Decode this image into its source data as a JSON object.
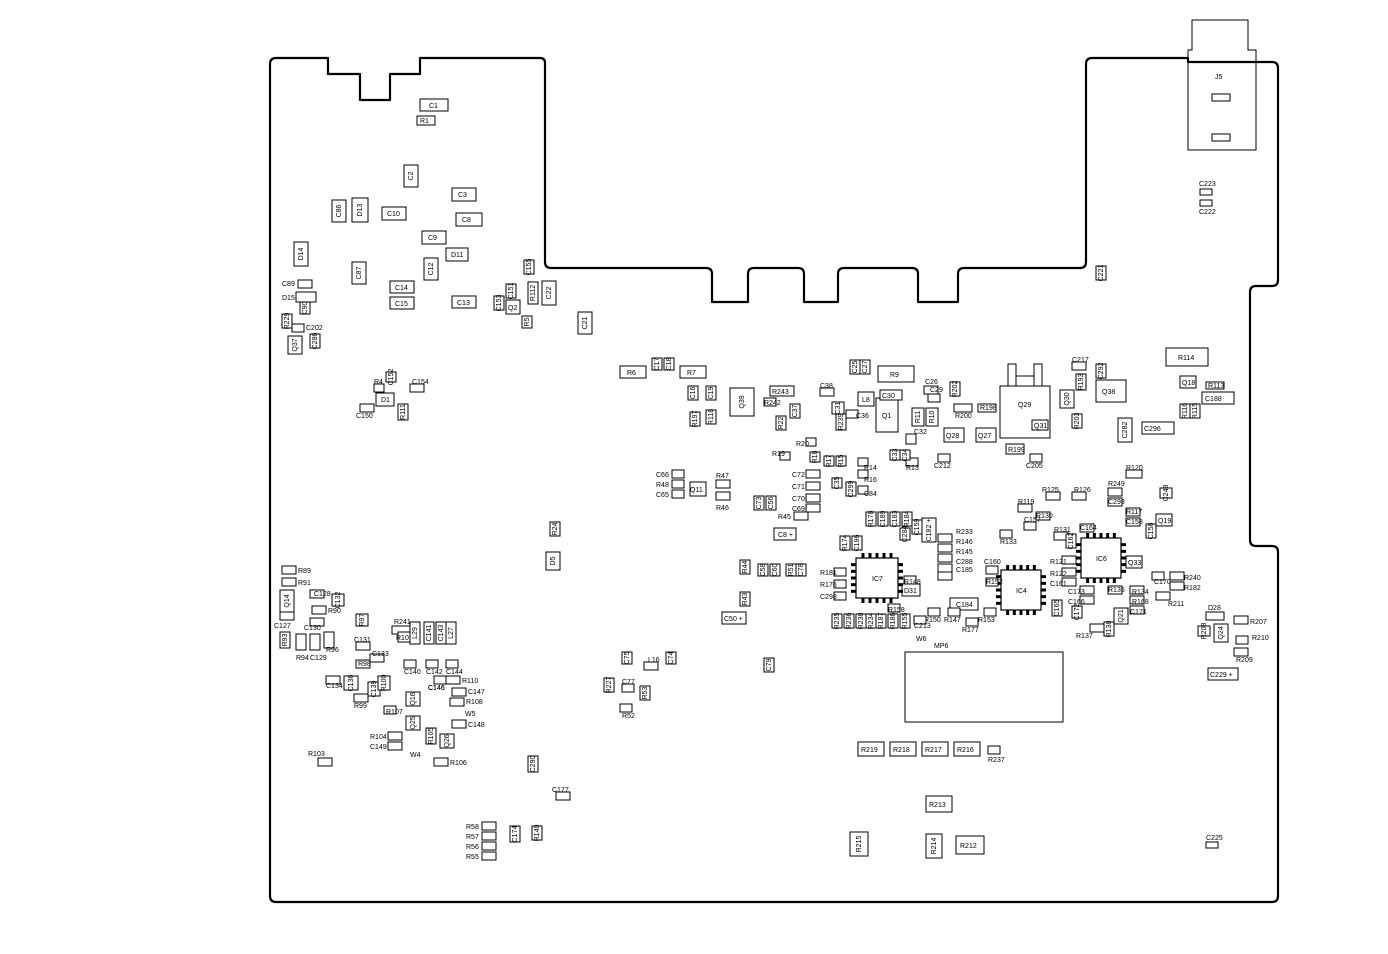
{
  "board": {
    "labels": {
      "j5": "J5",
      "mp6": "MP6",
      "ic7": "IC7",
      "ic4": "IC4",
      "ic6": "IC6",
      "q29": "Q29",
      "q38": "Q38",
      "q1": "Q1",
      "d31": "D31",
      "l8": "L8",
      "w4": "W4",
      "w5": "W5",
      "w6": "W6"
    },
    "components": [
      {
        "ref": "C1"
      },
      {
        "ref": "R1"
      },
      {
        "ref": "C2"
      },
      {
        "ref": "C3"
      },
      {
        "ref": "C8"
      },
      {
        "ref": "C9"
      },
      {
        "ref": "C10"
      },
      {
        "ref": "C12"
      },
      {
        "ref": "C13"
      },
      {
        "ref": "C14"
      },
      {
        "ref": "C15"
      },
      {
        "ref": "C21"
      },
      {
        "ref": "C22"
      },
      {
        "ref": "C86"
      },
      {
        "ref": "C87"
      },
      {
        "ref": "D11"
      },
      {
        "ref": "D13"
      },
      {
        "ref": "D14"
      },
      {
        "ref": "D15"
      },
      {
        "ref": "D1"
      },
      {
        "ref": "R6"
      },
      {
        "ref": "R7"
      },
      {
        "ref": "R9"
      },
      {
        "ref": "R114"
      },
      {
        "ref": "R113"
      },
      {
        "ref": "C188"
      },
      {
        "ref": "C223"
      },
      {
        "ref": "C222"
      },
      {
        "ref": "C221"
      },
      {
        "ref": "C296"
      },
      {
        "ref": "C282"
      },
      {
        "ref": "R243"
      },
      {
        "ref": "R242"
      },
      {
        "ref": "C30"
      },
      {
        "ref": "C26"
      },
      {
        "ref": "R11"
      },
      {
        "ref": "R10"
      },
      {
        "ref": "R200"
      },
      {
        "ref": "R198"
      },
      {
        "ref": "Q28"
      },
      {
        "ref": "Q27"
      },
      {
        "ref": "R199"
      },
      {
        "ref": "C205"
      },
      {
        "ref": "C212"
      },
      {
        "ref": "R13"
      },
      {
        "ref": "R14"
      },
      {
        "ref": "R15"
      },
      {
        "ref": "R16"
      },
      {
        "ref": "R17"
      },
      {
        "ref": "R18"
      },
      {
        "ref": "R19"
      },
      {
        "ref": "R20"
      },
      {
        "ref": "C84"
      },
      {
        "ref": "C35"
      },
      {
        "ref": "C299"
      },
      {
        "ref": "C72"
      },
      {
        "ref": "C71"
      },
      {
        "ref": "C70"
      },
      {
        "ref": "C69"
      },
      {
        "ref": "R45"
      },
      {
        "ref": "R47"
      },
      {
        "ref": "R46"
      },
      {
        "ref": "R48"
      },
      {
        "ref": "C66"
      },
      {
        "ref": "C65"
      },
      {
        "ref": "Q11"
      },
      {
        "ref": "C8 +"
      },
      {
        "ref": "C73"
      },
      {
        "ref": "C56"
      },
      {
        "ref": "R24"
      },
      {
        "ref": "D5"
      },
      {
        "ref": "R44"
      },
      {
        "ref": "C58"
      },
      {
        "ref": "C60"
      },
      {
        "ref": "R51"
      },
      {
        "ref": "C78"
      },
      {
        "ref": "R43"
      },
      {
        "ref": "C146"
      },
      {
        "ref": "C50 +"
      },
      {
        "ref": "R174"
      },
      {
        "ref": "C196"
      },
      {
        "ref": "R178"
      },
      {
        "ref": "C189"
      },
      {
        "ref": "C183"
      },
      {
        "ref": "R184"
      },
      {
        "ref": "C284"
      },
      {
        "ref": "C159"
      },
      {
        "ref": "C182 +"
      },
      {
        "ref": "R233"
      },
      {
        "ref": "R146"
      },
      {
        "ref": "R145"
      },
      {
        "ref": "C288"
      },
      {
        "ref": "C185"
      },
      {
        "ref": "C160"
      },
      {
        "ref": "R152"
      },
      {
        "ref": "C184"
      },
      {
        "ref": "R153"
      },
      {
        "ref": "R147"
      },
      {
        "ref": "R150"
      },
      {
        "ref": "C213"
      },
      {
        "ref": "R177"
      },
      {
        "ref": "R148"
      },
      {
        "ref": "R181"
      },
      {
        "ref": "R176"
      },
      {
        "ref": "C298"
      },
      {
        "ref": "R158"
      },
      {
        "ref": "R133"
      },
      {
        "ref": "R119"
      },
      {
        "ref": "R130"
      },
      {
        "ref": "R125"
      },
      {
        "ref": "R126"
      },
      {
        "ref": "R120"
      },
      {
        "ref": "R249"
      },
      {
        "ref": "C293"
      },
      {
        "ref": "R117"
      },
      {
        "ref": "C158"
      },
      {
        "ref": "C157"
      },
      {
        "ref": "C164"
      },
      {
        "ref": "R131"
      },
      {
        "ref": "R121"
      },
      {
        "ref": "R122"
      },
      {
        "ref": "C161"
      },
      {
        "ref": "C173"
      },
      {
        "ref": "C166"
      },
      {
        "ref": "C172"
      },
      {
        "ref": "R135"
      },
      {
        "ref": "R134"
      },
      {
        "ref": "R168"
      },
      {
        "ref": "C171"
      },
      {
        "ref": "C170"
      },
      {
        "ref": "R240"
      },
      {
        "ref": "R182"
      },
      {
        "ref": "R211"
      },
      {
        "ref": "R137"
      },
      {
        "ref": "R138"
      },
      {
        "ref": "C248"
      },
      {
        "ref": "Q19"
      },
      {
        "ref": "Q18"
      },
      {
        "ref": "R207"
      },
      {
        "ref": "R208"
      },
      {
        "ref": "Q24"
      },
      {
        "ref": "C290"
      },
      {
        "ref": "R209"
      },
      {
        "ref": "R210"
      },
      {
        "ref": "C229 +"
      },
      {
        "ref": "D28"
      },
      {
        "ref": "R89"
      },
      {
        "ref": "R91"
      },
      {
        "ref": "Q14"
      },
      {
        "ref": "C128"
      },
      {
        "ref": "R90"
      },
      {
        "ref": "C127"
      },
      {
        "ref": "C130"
      },
      {
        "ref": "C132"
      },
      {
        "ref": "R97"
      },
      {
        "ref": "R241"
      },
      {
        "ref": "C131"
      },
      {
        "ref": "C133"
      },
      {
        "ref": "R101"
      },
      {
        "ref": "L29"
      },
      {
        "ref": "C141"
      },
      {
        "ref": "C143"
      },
      {
        "ref": "L27"
      },
      {
        "ref": "R93"
      },
      {
        "ref": "R94"
      },
      {
        "ref": "C129"
      },
      {
        "ref": "R96"
      },
      {
        "ref": "R98"
      },
      {
        "ref": "C136"
      },
      {
        "ref": "C134"
      },
      {
        "ref": "R99"
      },
      {
        "ref": "C139"
      },
      {
        "ref": "R100"
      },
      {
        "ref": "C140"
      },
      {
        "ref": "C142"
      },
      {
        "ref": "C144"
      },
      {
        "ref": "C146"
      },
      {
        "ref": "R110"
      },
      {
        "ref": "C147"
      },
      {
        "ref": "R108"
      },
      {
        "ref": "R107"
      },
      {
        "ref": "Q16"
      },
      {
        "ref": "Q25"
      },
      {
        "ref": "Q26"
      },
      {
        "ref": "R105"
      },
      {
        "ref": "R104"
      },
      {
        "ref": "C149"
      },
      {
        "ref": "R103"
      },
      {
        "ref": "R106"
      },
      {
        "ref": "C148"
      },
      {
        "ref": "C75"
      },
      {
        "ref": "L16"
      },
      {
        "ref": "C74"
      },
      {
        "ref": "C77"
      },
      {
        "ref": "R227"
      },
      {
        "ref": "R53"
      },
      {
        "ref": "R52"
      },
      {
        "ref": "C79"
      },
      {
        "ref": "C290"
      },
      {
        "ref": "C177"
      },
      {
        "ref": "R58"
      },
      {
        "ref": "R57"
      },
      {
        "ref": "R56"
      },
      {
        "ref": "R55"
      },
      {
        "ref": "C174"
      },
      {
        "ref": "R140"
      },
      {
        "ref": "R219"
      },
      {
        "ref": "R218"
      },
      {
        "ref": "R217"
      },
      {
        "ref": "R216"
      },
      {
        "ref": "R237"
      },
      {
        "ref": "R213"
      },
      {
        "ref": "R215"
      },
      {
        "ref": "R214"
      },
      {
        "ref": "R212"
      },
      {
        "ref": "C225"
      },
      {
        "ref": "R235"
      },
      {
        "ref": "R236"
      },
      {
        "ref": "R238"
      },
      {
        "ref": "R234"
      },
      {
        "ref": "R187"
      },
      {
        "ref": "R186"
      },
      {
        "ref": "R155"
      },
      {
        "ref": "C150"
      },
      {
        "ref": "C154"
      },
      {
        "ref": "C152"
      },
      {
        "ref": "R111"
      },
      {
        "ref": "R4"
      },
      {
        "ref": "C151"
      },
      {
        "ref": "C153"
      },
      {
        "ref": "C155"
      },
      {
        "ref": "R112"
      },
      {
        "ref": "R5"
      },
      {
        "ref": "Q2"
      },
      {
        "ref": "C89"
      },
      {
        "ref": "C90"
      },
      {
        "ref": "R229"
      },
      {
        "ref": "C202"
      },
      {
        "ref": "C286"
      },
      {
        "ref": "Q37"
      },
      {
        "ref": "C17"
      },
      {
        "ref": "C18"
      },
      {
        "ref": "C19"
      },
      {
        "ref": "C16"
      },
      {
        "ref": "R197"
      },
      {
        "ref": "R118"
      },
      {
        "ref": "Q39"
      },
      {
        "ref": "R22"
      },
      {
        "ref": "C37"
      },
      {
        "ref": "C38"
      },
      {
        "ref": "C31"
      },
      {
        "ref": "C36"
      },
      {
        "ref": "C25"
      },
      {
        "ref": "C27"
      },
      {
        "ref": "R239"
      },
      {
        "ref": "C29"
      },
      {
        "ref": "R202"
      },
      {
        "ref": "C32"
      },
      {
        "ref": "C33"
      },
      {
        "ref": "C34"
      },
      {
        "ref": "Q29"
      },
      {
        "ref": "C217"
      },
      {
        "ref": "R193"
      },
      {
        "ref": "Q30"
      },
      {
        "ref": "C292"
      },
      {
        "ref": "Q31"
      },
      {
        "ref": "R203"
      },
      {
        "ref": "R116"
      },
      {
        "ref": "R115"
      },
      {
        "ref": "Q33"
      },
      {
        "ref": "C156"
      },
      {
        "ref": "C165"
      },
      {
        "ref": "Q21"
      },
      {
        "ref": "C162"
      }
    ]
  }
}
